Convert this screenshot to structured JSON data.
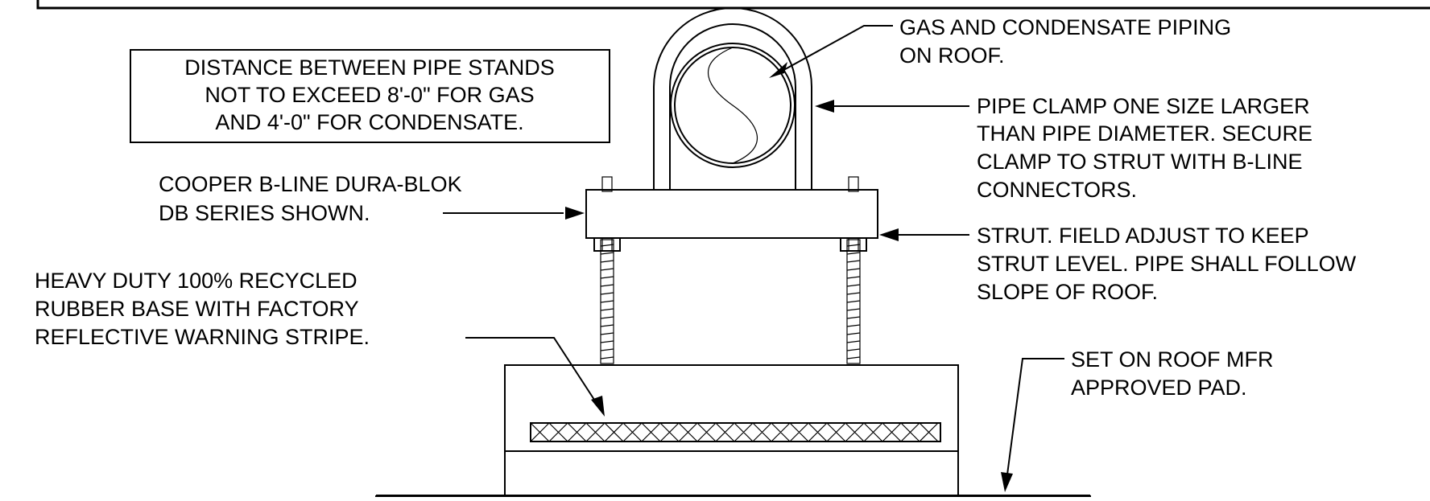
{
  "notes": {
    "distance": [
      "DISTANCE BETWEEN PIPE STANDS",
      "NOT TO EXCEED 8'-0\" FOR GAS",
      "AND 4'-0\" FOR CONDENSATE."
    ],
    "cooper": [
      "COOPER B-LINE DURA-BLOK",
      "DB SERIES SHOWN."
    ],
    "rubber": [
      "HEAVY DUTY 100% RECYCLED",
      "RUBBER BASE WITH FACTORY",
      "REFLECTIVE WARNING STRIPE."
    ],
    "gas": [
      "GAS AND CONDENSATE PIPING",
      "ON ROOF."
    ],
    "clamp": [
      "PIPE CLAMP ONE SIZE LARGER",
      "THAN PIPE DIAMETER.  SECURE",
      "CLAMP TO STRUT WITH B-LINE",
      "CONNECTORS."
    ],
    "strut": [
      "STRUT.  FIELD ADJUST TO KEEP",
      "STRUT LEVEL. PIPE SHALL FOLLOW",
      "SLOPE OF ROOF."
    ],
    "pad": [
      "SET ON ROOF MFR",
      "APPROVED PAD."
    ]
  }
}
